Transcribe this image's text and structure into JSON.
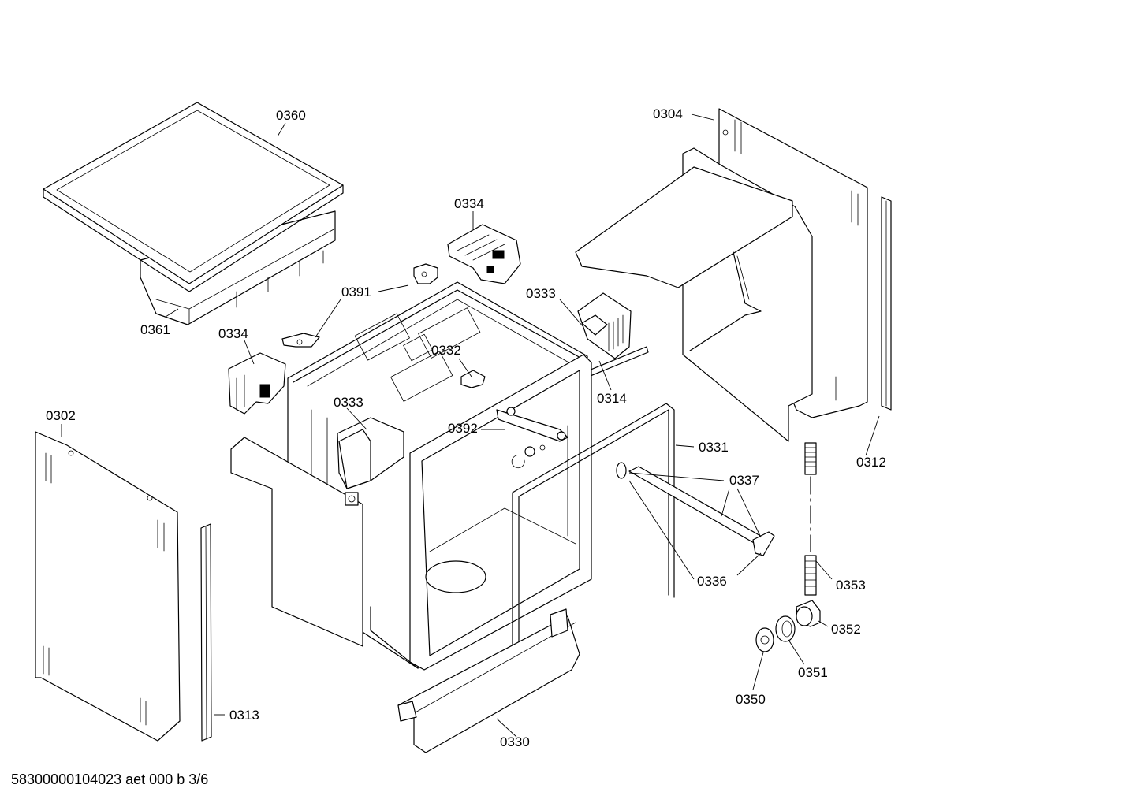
{
  "labels": {
    "p0360": "0360",
    "p0361": "0361",
    "p0304": "0304",
    "p0334a": "0334",
    "p0334b": "0334",
    "p0391": "0391",
    "p0333a": "0333",
    "p0333b": "0333",
    "p0332": "0332",
    "p0314": "0314",
    "p0392": "0392",
    "p0302": "0302",
    "p0331": "0331",
    "p0337": "0337",
    "p0336": "0336",
    "p0312": "0312",
    "p0353": "0353",
    "p0352": "0352",
    "p0351": "0351",
    "p0350": "0350",
    "p0313": "0313",
    "p0330": "0330"
  },
  "footer": "58300000104023 aet 000 b 3/6"
}
